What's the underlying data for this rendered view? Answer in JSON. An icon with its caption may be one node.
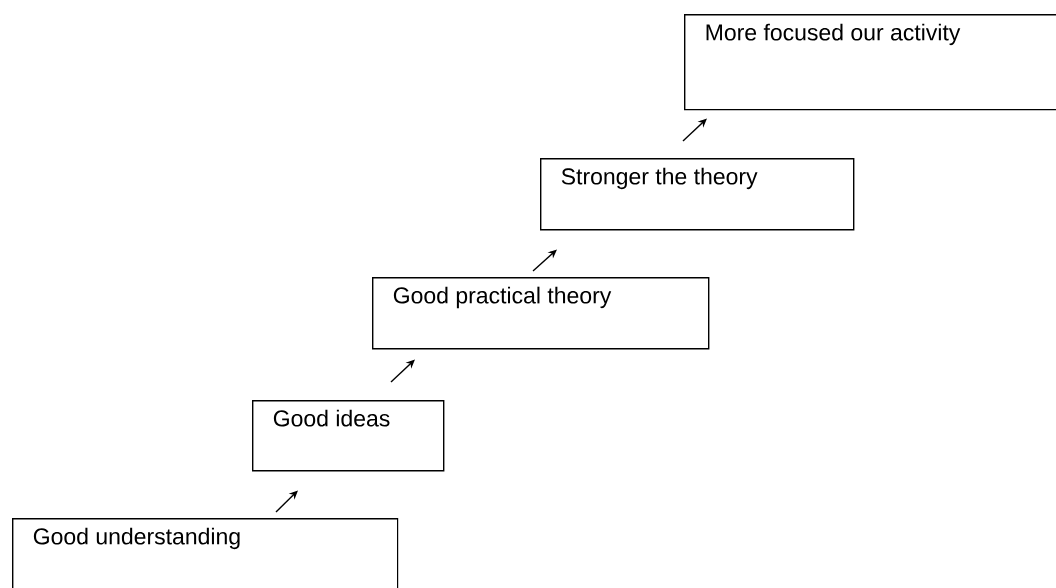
{
  "diagram": {
    "nodes": [
      {
        "text": [
          "Good understanding"
        ]
      },
      {
        "text": [
          "Good ideas"
        ]
      },
      {
        "text": [
          "Good practical theory"
        ]
      },
      {
        "text": [
          "Stronger the theory"
        ]
      },
      {
        "text": [
          "More focused our activity"
        ]
      }
    ],
    "edges": [
      {
        "from": 0,
        "to": 1,
        "arrow": "to"
      },
      {
        "from": 1,
        "to": 2,
        "arrow": "to"
      },
      {
        "from": 2,
        "to": 3,
        "arrow": "to"
      },
      {
        "from": 3,
        "to": 4,
        "arrow": "to"
      }
    ]
  }
}
